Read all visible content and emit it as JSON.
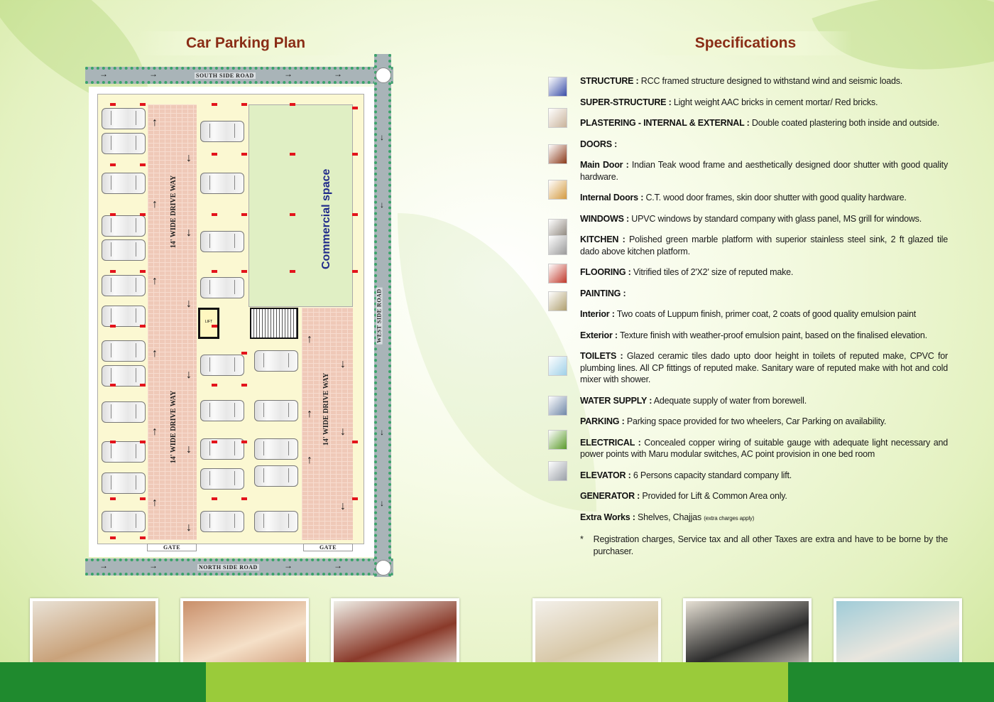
{
  "left_title": "Car Parking Plan",
  "right_title": "Specifications",
  "plan": {
    "south_road": "SOUTH SIDE ROAD",
    "north_road": "NORTH SIDE ROAD",
    "west_road": "WEST SIDE ROAD",
    "driveway": "14' WIDE DRIVE WAY",
    "commercial": "Commercial space",
    "lift": "LIFT",
    "gate": "GATE"
  },
  "specs": [
    {
      "label": "STRUCTURE :",
      "text": " RCC framed structure designed to withstand wind and seismic loads.",
      "icon": "building-icon",
      "color": "#3b4fa8"
    },
    {
      "label": "SUPER-STRUCTURE :",
      "text": " Light weight AAC  bricks in cement mortar/ Red bricks.",
      "icon": "brick-icon",
      "color": "#c9b39a"
    },
    {
      "label": "PLASTERING - INTERNAL & EXTERNAL :",
      "text": " Double coated plastering both inside and outside.",
      "icon": "",
      "color": ""
    },
    {
      "label": "DOORS :",
      "text": "",
      "icon": "door-icon",
      "color": "#8b3a1a"
    },
    {
      "label": "Main Door :",
      "text": " Indian Teak wood frame and aesthetically designed door shutter with good quality hardware.",
      "icon": "internal-door-icon",
      "color": "#d49a40"
    },
    {
      "label": "Internal Doors :",
      "text": "  C.T. wood door frames, skin door shutter with good quality hardware.",
      "icon": "",
      "color": ""
    },
    {
      "label": "WINDOWS :",
      "text": " UPVC windows by standard company with glass panel, MS grill for windows.",
      "icon": "window-icon",
      "color": "#8a8278"
    },
    {
      "label": "KITCHEN :",
      "text": " Polished green marble platform with superior stainless steel sink, 2 ft glazed tile dado above kitchen platform.",
      "icon": "kitchen-icon",
      "color": "#9a9a9a"
    },
    {
      "label": "FLOORING :",
      "text": " Vitrified tiles of 2'X2' size of reputed make.",
      "icon": "tile-icon",
      "color": "#c0392b"
    },
    {
      "label": "PAINTING :",
      "text": "",
      "icon": "paint-icon",
      "color": "#b0a070"
    },
    {
      "label": "Interior :",
      "text": " Two coats of Luppum  finish, primer coat, 2 coats of good quality emulsion paint",
      "icon": "",
      "color": ""
    },
    {
      "label": "Exterior :",
      "text": " Texture finish with  weather-proof emulsion paint, based on the finalised elevation.",
      "icon": "",
      "color": ""
    },
    {
      "label": "TOILETS :",
      "text": " Glazed ceramic tiles dado upto door height in toilets of reputed make, CPVC for plumbing lines. All CP fittings of reputed make. Sanitary ware of reputed make with hot and cold mixer with shower.",
      "icon": "toilet-icon",
      "color": "#9fd0e8"
    },
    {
      "label": "WATER SUPPLY :",
      "text": " Adequate supply of water from borewell.",
      "icon": "tap-icon",
      "color": "#7088a8"
    },
    {
      "label": "PARKING :",
      "text": "  Parking  space provided for two wheelers, Car Parking on availability.",
      "icon": "",
      "color": ""
    },
    {
      "label": "ELECTRICAL :",
      "text": " Concealed copper wiring of suitable gauge with adequate light necessary and power points with Maru modular switches, AC point provision in one bed room",
      "icon": "bulb-icon",
      "color": "#5a9a2a"
    },
    {
      "label": "ELEVATOR  :",
      "text": "  6 Persons capacity standard company lift.",
      "icon": "elevator-icon",
      "color": "#9aa0a8"
    },
    {
      "label": "GENERATOR  :",
      "text": "  Provided for Lift & Common Area only.",
      "icon": "",
      "color": ""
    },
    {
      "label": "Extra Works  :",
      "text": "  Shelves, Chajjas ",
      "small": "(extra charges apply)",
      "icon": "",
      "color": ""
    }
  ],
  "note_mark": "*",
  "note": "Registration charges, Service tax and all other Taxes are extra and have to be borne by the purchaser.",
  "photos": [
    "living-room-photo",
    "family-photo",
    "family-sofa-photo",
    "bedroom-photo",
    "lounge-photo",
    "dining-photo"
  ]
}
